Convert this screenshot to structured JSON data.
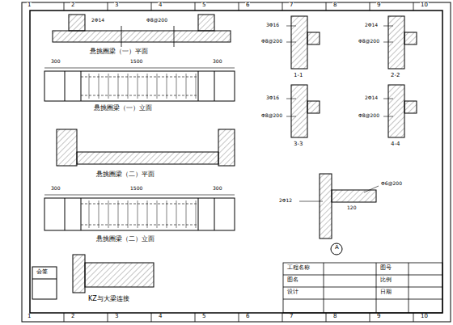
{
  "diagram": {
    "labels": [
      "1",
      "2",
      "3",
      "4",
      "5",
      "6",
      "7",
      "8",
      "9",
      "10",
      "1",
      "2",
      "3",
      "4",
      "5",
      "6",
      "7",
      "8",
      "9",
      "10",
      "悬挑圈梁（一）平面",
      "悬挑圈梁（一）立面",
      "悬挑圈梁（二）平面",
      "悬挑圈梁（二）立面",
      "KZ与大梁连接",
      "1-1",
      "2-2",
      "3-3",
      "4-4",
      "A",
      "300",
      "1500",
      "300",
      "300",
      "1500",
      "300",
      "2Φ14",
      "Φ8@200",
      "3Φ16",
      "Φ8@200",
      "2Φ14",
      "Φ8@200",
      "3Φ16",
      "Φ8@200",
      "2Φ14",
      "Φ8@200",
      "Φ6@200",
      "2Φ12",
      "120",
      "工程名称",
      "图名",
      "设计",
      "图号",
      "比例",
      "日期",
      "会签"
    ]
  }
}
